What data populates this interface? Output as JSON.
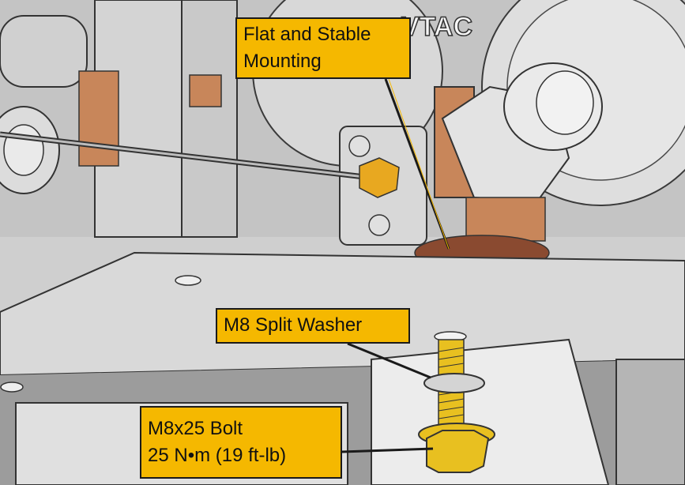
{
  "diagram": {
    "brand_text": "VTAC",
    "callouts": {
      "flat_mounting": {
        "line1": "Flat and Stable",
        "line2": "Mounting"
      },
      "split_washer": {
        "line1": "M8 Split Washer"
      },
      "bolt": {
        "line1": "M8x25 Bolt",
        "line2": "25 N•m (19 ft-lb)"
      }
    },
    "colors": {
      "callout_fill": "#f5b800",
      "callout_border": "#1a1a1a",
      "copper_seal": "#c8865a",
      "bolt_gold": "#e8c020",
      "metal": "#d9d9d9"
    }
  }
}
